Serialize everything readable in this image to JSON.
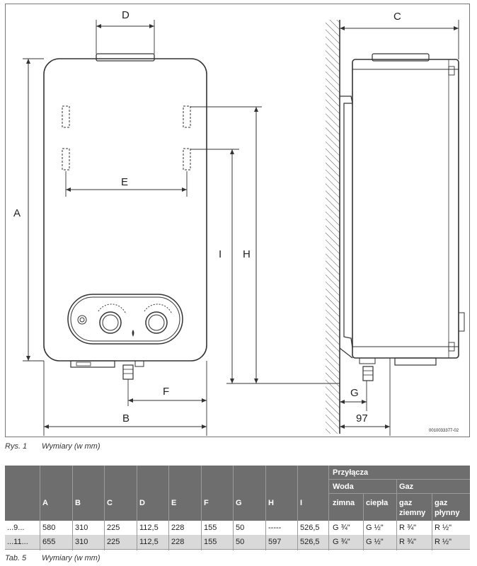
{
  "figure": {
    "dim_labels": {
      "A": "A",
      "B": "B",
      "C": "C",
      "D": "D",
      "E": "E",
      "F": "F",
      "G": "G",
      "H": "H",
      "I": "I",
      "dist": "97"
    },
    "code": "0010033377-02",
    "caption_label": "Rys. 1",
    "caption_text": "Wymiary (w mm)"
  },
  "table": {
    "group_header": "Przyłącza",
    "water_header": "Woda",
    "gas_header": "Gaz",
    "columns": [
      "",
      "A",
      "B",
      "C",
      "D",
      "E",
      "F",
      "G",
      "H",
      "I",
      "zimna",
      "ciepła",
      "gaz ziemny",
      "gaz płynny"
    ],
    "col_gaz_ziemny_l1": "gaz",
    "col_gaz_ziemny_l2": "ziemny",
    "col_gaz_plynny_l1": "gaz",
    "col_gaz_plynny_l2": "płynny",
    "rows": [
      [
        "...9...",
        "580",
        "310",
        "225",
        "112,5",
        "228",
        "155",
        "50",
        "-----",
        "526,5",
        "G ¾\"",
        "G ½\"",
        "R ¾\"",
        "R ½\""
      ],
      [
        "...11...",
        "655",
        "310",
        "225",
        "112,5",
        "228",
        "155",
        "50",
        "597",
        "526,5",
        "G ¾\"",
        "G ½\"",
        "R ¾\"",
        "R ½\""
      ]
    ],
    "caption_label": "Tab. 5",
    "caption_text": "Wymiary (w mm)"
  }
}
